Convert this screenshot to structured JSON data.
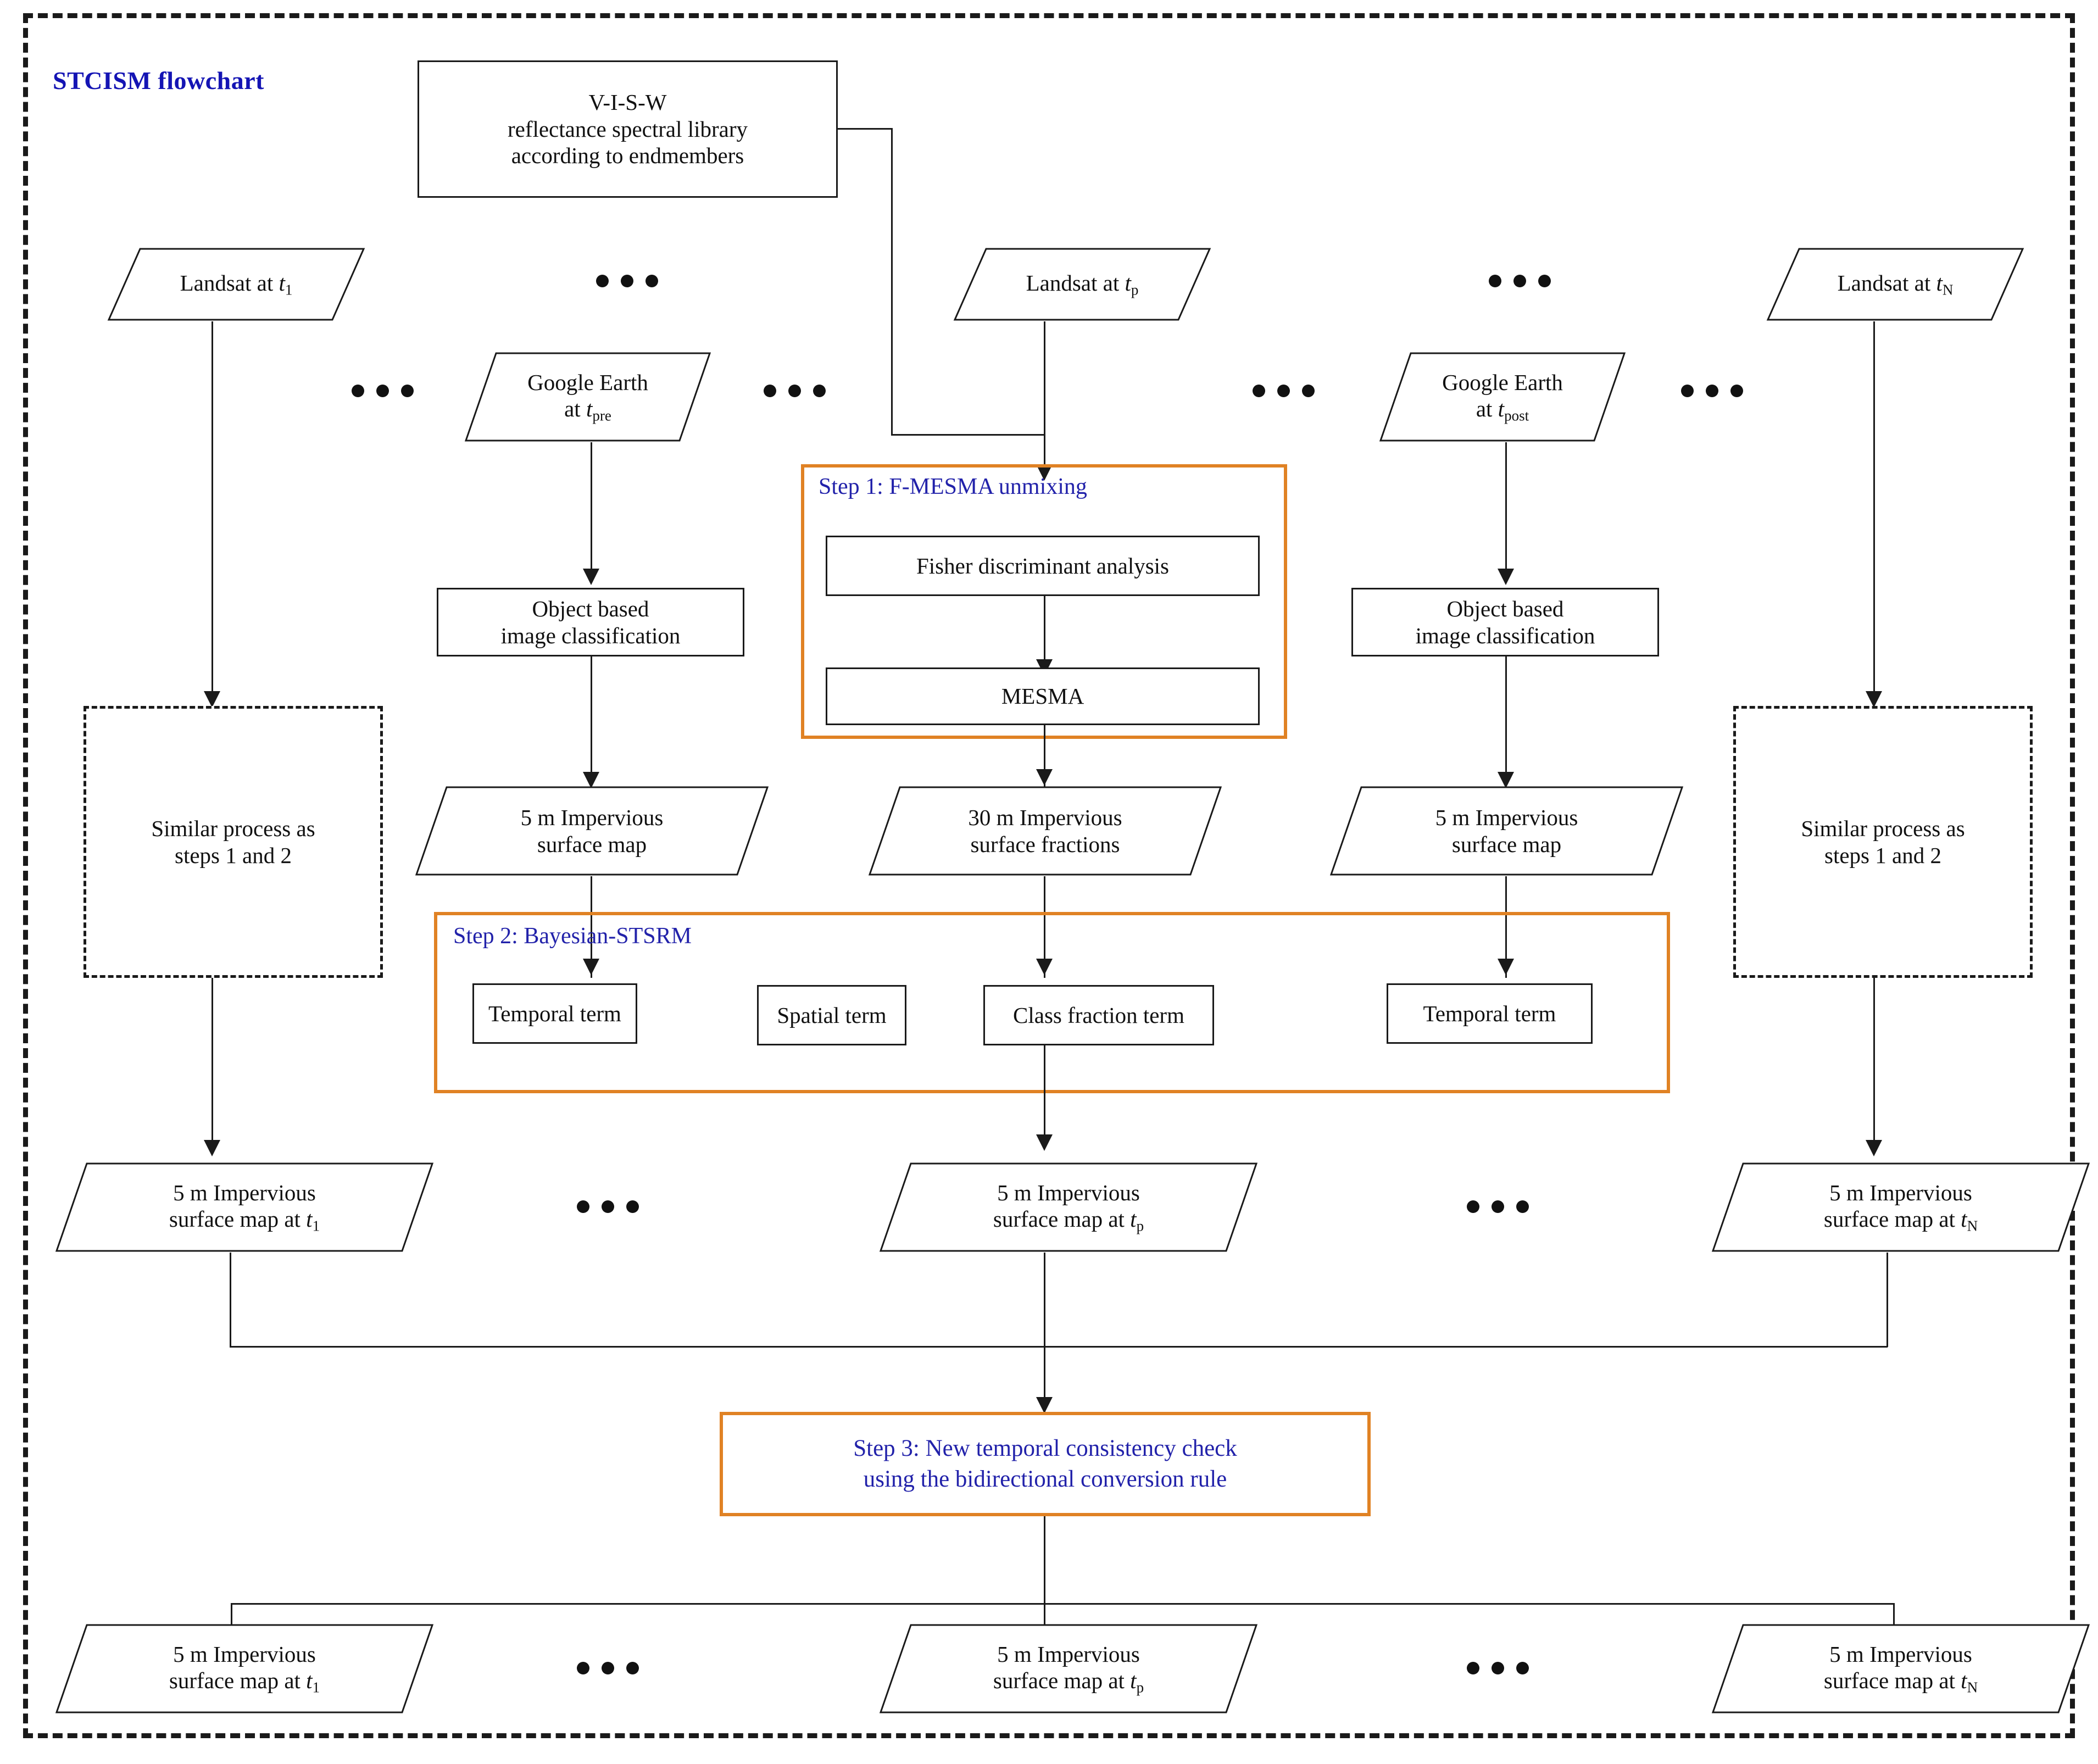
{
  "diagram": {
    "title": "STCISM flowchart",
    "accent_orange": "#e08224",
    "accent_blue": "#2222aa",
    "title_color": "#1414b4",
    "line_color": "#1a1a1a"
  },
  "nodes": {
    "spectral_library": "V-I-S-W\nreflectance spectral library\naccording to endmembers",
    "landsat_t1": "Landsat at t1",
    "landsat_tp": "Landsat at tp",
    "landsat_tN": "Landsat at tN",
    "google_earth_pre": "Google Earth\nat tpre",
    "google_earth_post": "Google Earth\nat tpost",
    "obic_left": "Object based\nimage classification",
    "obic_right": "Object based\nimage classification",
    "fisher": "Fisher discriminant analysis",
    "mesma": "MESMA",
    "ism5_left": "5 m Impervious\nsurface map",
    "ism5_right": "5 m Impervious\nsurface map",
    "isf30": "30 m Impervious\nsurface fractions",
    "similar_left": "Similar process as\nsteps 1 and 2",
    "similar_right": "Similar process as\nsteps 1 and 2",
    "temporal_term_left": "Temporal term",
    "spatial_term": "Spatial term",
    "class_fraction_term": "Class fraction term",
    "temporal_term_right": "Temporal term",
    "mid_map_t1": "5 m Impervious\nsurface map at t1",
    "mid_map_tp": "5 m Impervious\nsurface map at tp",
    "mid_map_tN": "5 m Impervious\nsurface map at tN",
    "out_map_t1": "5 m Impervious\nsurface map at t1",
    "out_map_tp": "5 m Impervious\nsurface map at tp",
    "out_map_tN": "5 m Impervious\nsurface map at tN"
  },
  "steps": {
    "step1_label": "Step 1: F-MESMA unmixing",
    "step2_label": "Step 2: Bayesian-STSRM",
    "step3_text": "Step 3: New temporal consistency check\nusing the bidirectional conversion rule",
    "step3_line1": "Step 3: New temporal consistency check",
    "step3_line2": "using the bidirectional conversion rule"
  },
  "ellipses": [
    "top-row-left",
    "top-row-right",
    "second-row-1",
    "second-row-2",
    "second-row-3",
    "second-row-4",
    "mid-results-left",
    "mid-results-right",
    "out-results-left",
    "out-results-right"
  ]
}
